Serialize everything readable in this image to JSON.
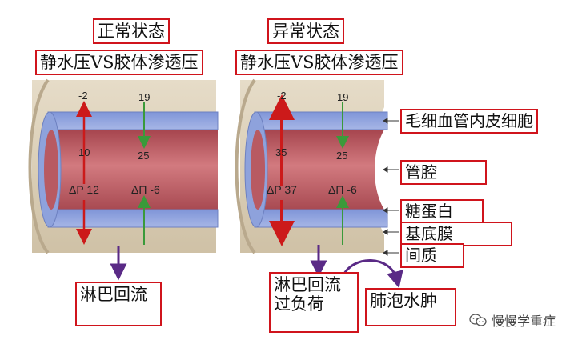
{
  "normal": {
    "state_title": "正常状态",
    "subtitle": "静水压VS胶体渗透压",
    "top_left_value": "-2",
    "top_right_value": "19",
    "inner_left_value": "10",
    "inner_right_value": "25",
    "delta_p": "ΔP 12",
    "delta_pi": "ΔΠ -6",
    "outflow_label": "淋巴回流"
  },
  "abnormal": {
    "state_title": "异常状态",
    "subtitle": "静水压VS胶体渗透压",
    "top_left_value": "-2",
    "top_right_value": "19",
    "inner_left_value": "35",
    "inner_right_value": "25",
    "delta_p": "ΔP 37",
    "delta_pi": "ΔΠ -6",
    "outflow_label_line1": "淋巴回流",
    "outflow_label_line2": "过负荷",
    "result_label": "肺泡水肿"
  },
  "structure_labels": {
    "endothelium": "毛细血管内皮细胞",
    "lumen": "管腔",
    "albumin": "糖蛋白",
    "basement_membrane": "基底膜",
    "interstitium": "间质"
  },
  "watermark": {
    "text": "慢慢学重症",
    "icon": "wechat-icon"
  },
  "colors": {
    "label_border": "#d0141c",
    "tissue": "#d8cbb4",
    "membrane": "#8ea2dc",
    "lumen": "#b85a62",
    "pressure_arrow": "#cc1a1a",
    "oncotic_arrow": "#3a9a3a",
    "lymph_arrow": "#5a2a86"
  }
}
